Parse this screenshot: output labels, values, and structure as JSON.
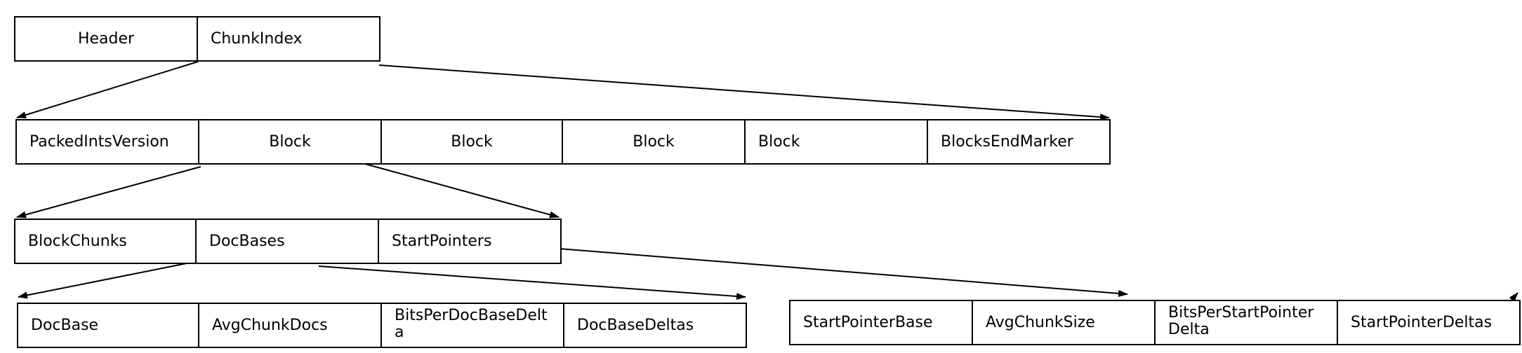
{
  "diagram": {
    "row1": {
      "header": "Header",
      "chunk_index": "ChunkIndex"
    },
    "row2": {
      "packed_ints_version": "PackedIntsVersion",
      "block_1": "Block",
      "block_2": "Block",
      "block_3": "Block",
      "block_4": "Block",
      "blocks_end_marker": "BlocksEndMarker"
    },
    "row3": {
      "block_chunks": "BlockChunks",
      "doc_bases": "DocBases",
      "start_pointers": "StartPointers"
    },
    "row4_left": {
      "doc_base": "DocBase",
      "avg_chunk_docs": "AvgChunkDocs",
      "bits_per_doc_base_delta": "BitsPerDocBaseDelta",
      "doc_base_deltas": "DocBaseDeltas"
    },
    "row4_right": {
      "start_pointer_base": "StartPointerBase",
      "avg_chunk_size": "AvgChunkSize",
      "bits_per_start_pointer_delta": "BitsPerStartPointerDelta",
      "start_pointer_deltas": "StartPointerDeltas"
    }
  }
}
